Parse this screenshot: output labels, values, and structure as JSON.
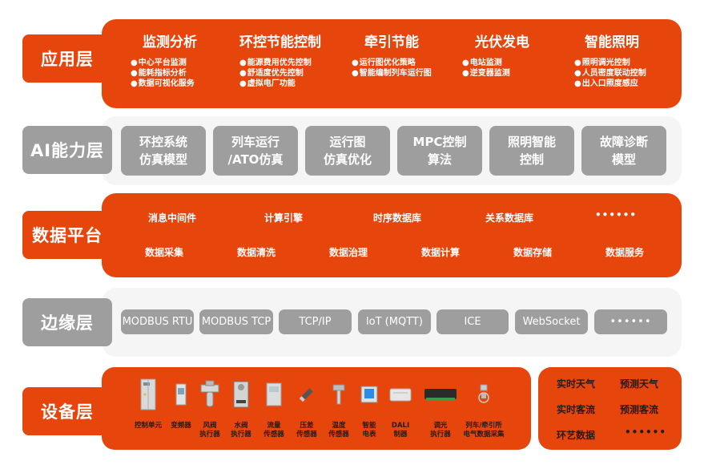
{
  "colors": {
    "accent": "#e6450c",
    "gray_box": "#9e9e9e",
    "light_panel": "#f5f5f5",
    "device_text": "#2a1a12"
  },
  "layers": {
    "application": {
      "label": "应用层",
      "columns": [
        {
          "title": "监测分析",
          "items": [
            "中心平台监测",
            "能耗指标分析",
            "数据可视化服务"
          ]
        },
        {
          "title": "环控节能控制",
          "items": [
            "能源费用优先控制",
            "舒适度优先控制",
            "虚拟电厂功能"
          ]
        },
        {
          "title": "牵引节能",
          "items": [
            "运行图优化策略",
            "智能编制列车运行图"
          ]
        },
        {
          "title": "光伏发电",
          "items": [
            "电站监测",
            "逆变器监测"
          ]
        },
        {
          "title": "智能照明",
          "items": [
            "照明调光控制",
            "人员密度联动控制",
            "出入口照度感应"
          ]
        }
      ]
    },
    "ai": {
      "label": "AI能力层",
      "boxes": [
        {
          "line1": "环控系统",
          "line2": "仿真模型"
        },
        {
          "line1": "列车运行",
          "line2": "/ATO仿真"
        },
        {
          "line1": "运行图",
          "line2": "仿真优化"
        },
        {
          "line1": "MPC控制",
          "line2": "算法"
        },
        {
          "line1": "照明智能",
          "line2": "控制"
        },
        {
          "line1": "故障诊断",
          "line2": "模型"
        }
      ]
    },
    "data_platform": {
      "label": "数据平台",
      "row1": [
        "消息中间件",
        "计算引擎",
        "时序数据库",
        "关系数据库",
        "••••••"
      ],
      "row2": [
        "数据采集",
        "数据清洗",
        "数据治理",
        "数据计算",
        "数据存储",
        "数据服务"
      ]
    },
    "edge": {
      "label": "边缘层",
      "protocols": [
        "MODBUS RTU",
        "MODBUS TCP",
        "TCP/IP",
        "loT (MQTT)",
        "ICE",
        "WebSocket",
        "••••••"
      ]
    },
    "device": {
      "label": "设备层",
      "devices": [
        {
          "icon": "control-cabinet-icon",
          "l1": "控制单元",
          "l2": ""
        },
        {
          "icon": "inverter-icon",
          "l1": "变频器",
          "l2": ""
        },
        {
          "icon": "air-valve-actuator-icon",
          "l1": "风阀",
          "l2": "执行器"
        },
        {
          "icon": "water-valve-actuator-icon",
          "l1": "水阀",
          "l2": "执行器"
        },
        {
          "icon": "flow-sensor-icon",
          "l1": "流量",
          "l2": "传感器"
        },
        {
          "icon": "pressure-sensor-icon",
          "l1": "压差",
          "l2": "传感器"
        },
        {
          "icon": "temperature-sensor-icon",
          "l1": "温度",
          "l2": "传感器"
        },
        {
          "icon": "smart-meter-icon",
          "l1": "智能",
          "l2": "电表"
        },
        {
          "icon": "dali-controller-icon",
          "l1": "DALI",
          "l2": "制器"
        },
        {
          "icon": "dimmer-actuator-icon",
          "l1": "调光",
          "l2": "执行器"
        },
        {
          "icon": "electrical-data-collector-icon",
          "l1": "列车/牵引所",
          "l2": "电气数据采集"
        }
      ],
      "side_data": [
        "实时天气",
        "预测天气",
        "实时客流",
        "预测客流",
        "环艺数据",
        "••••••"
      ]
    }
  }
}
